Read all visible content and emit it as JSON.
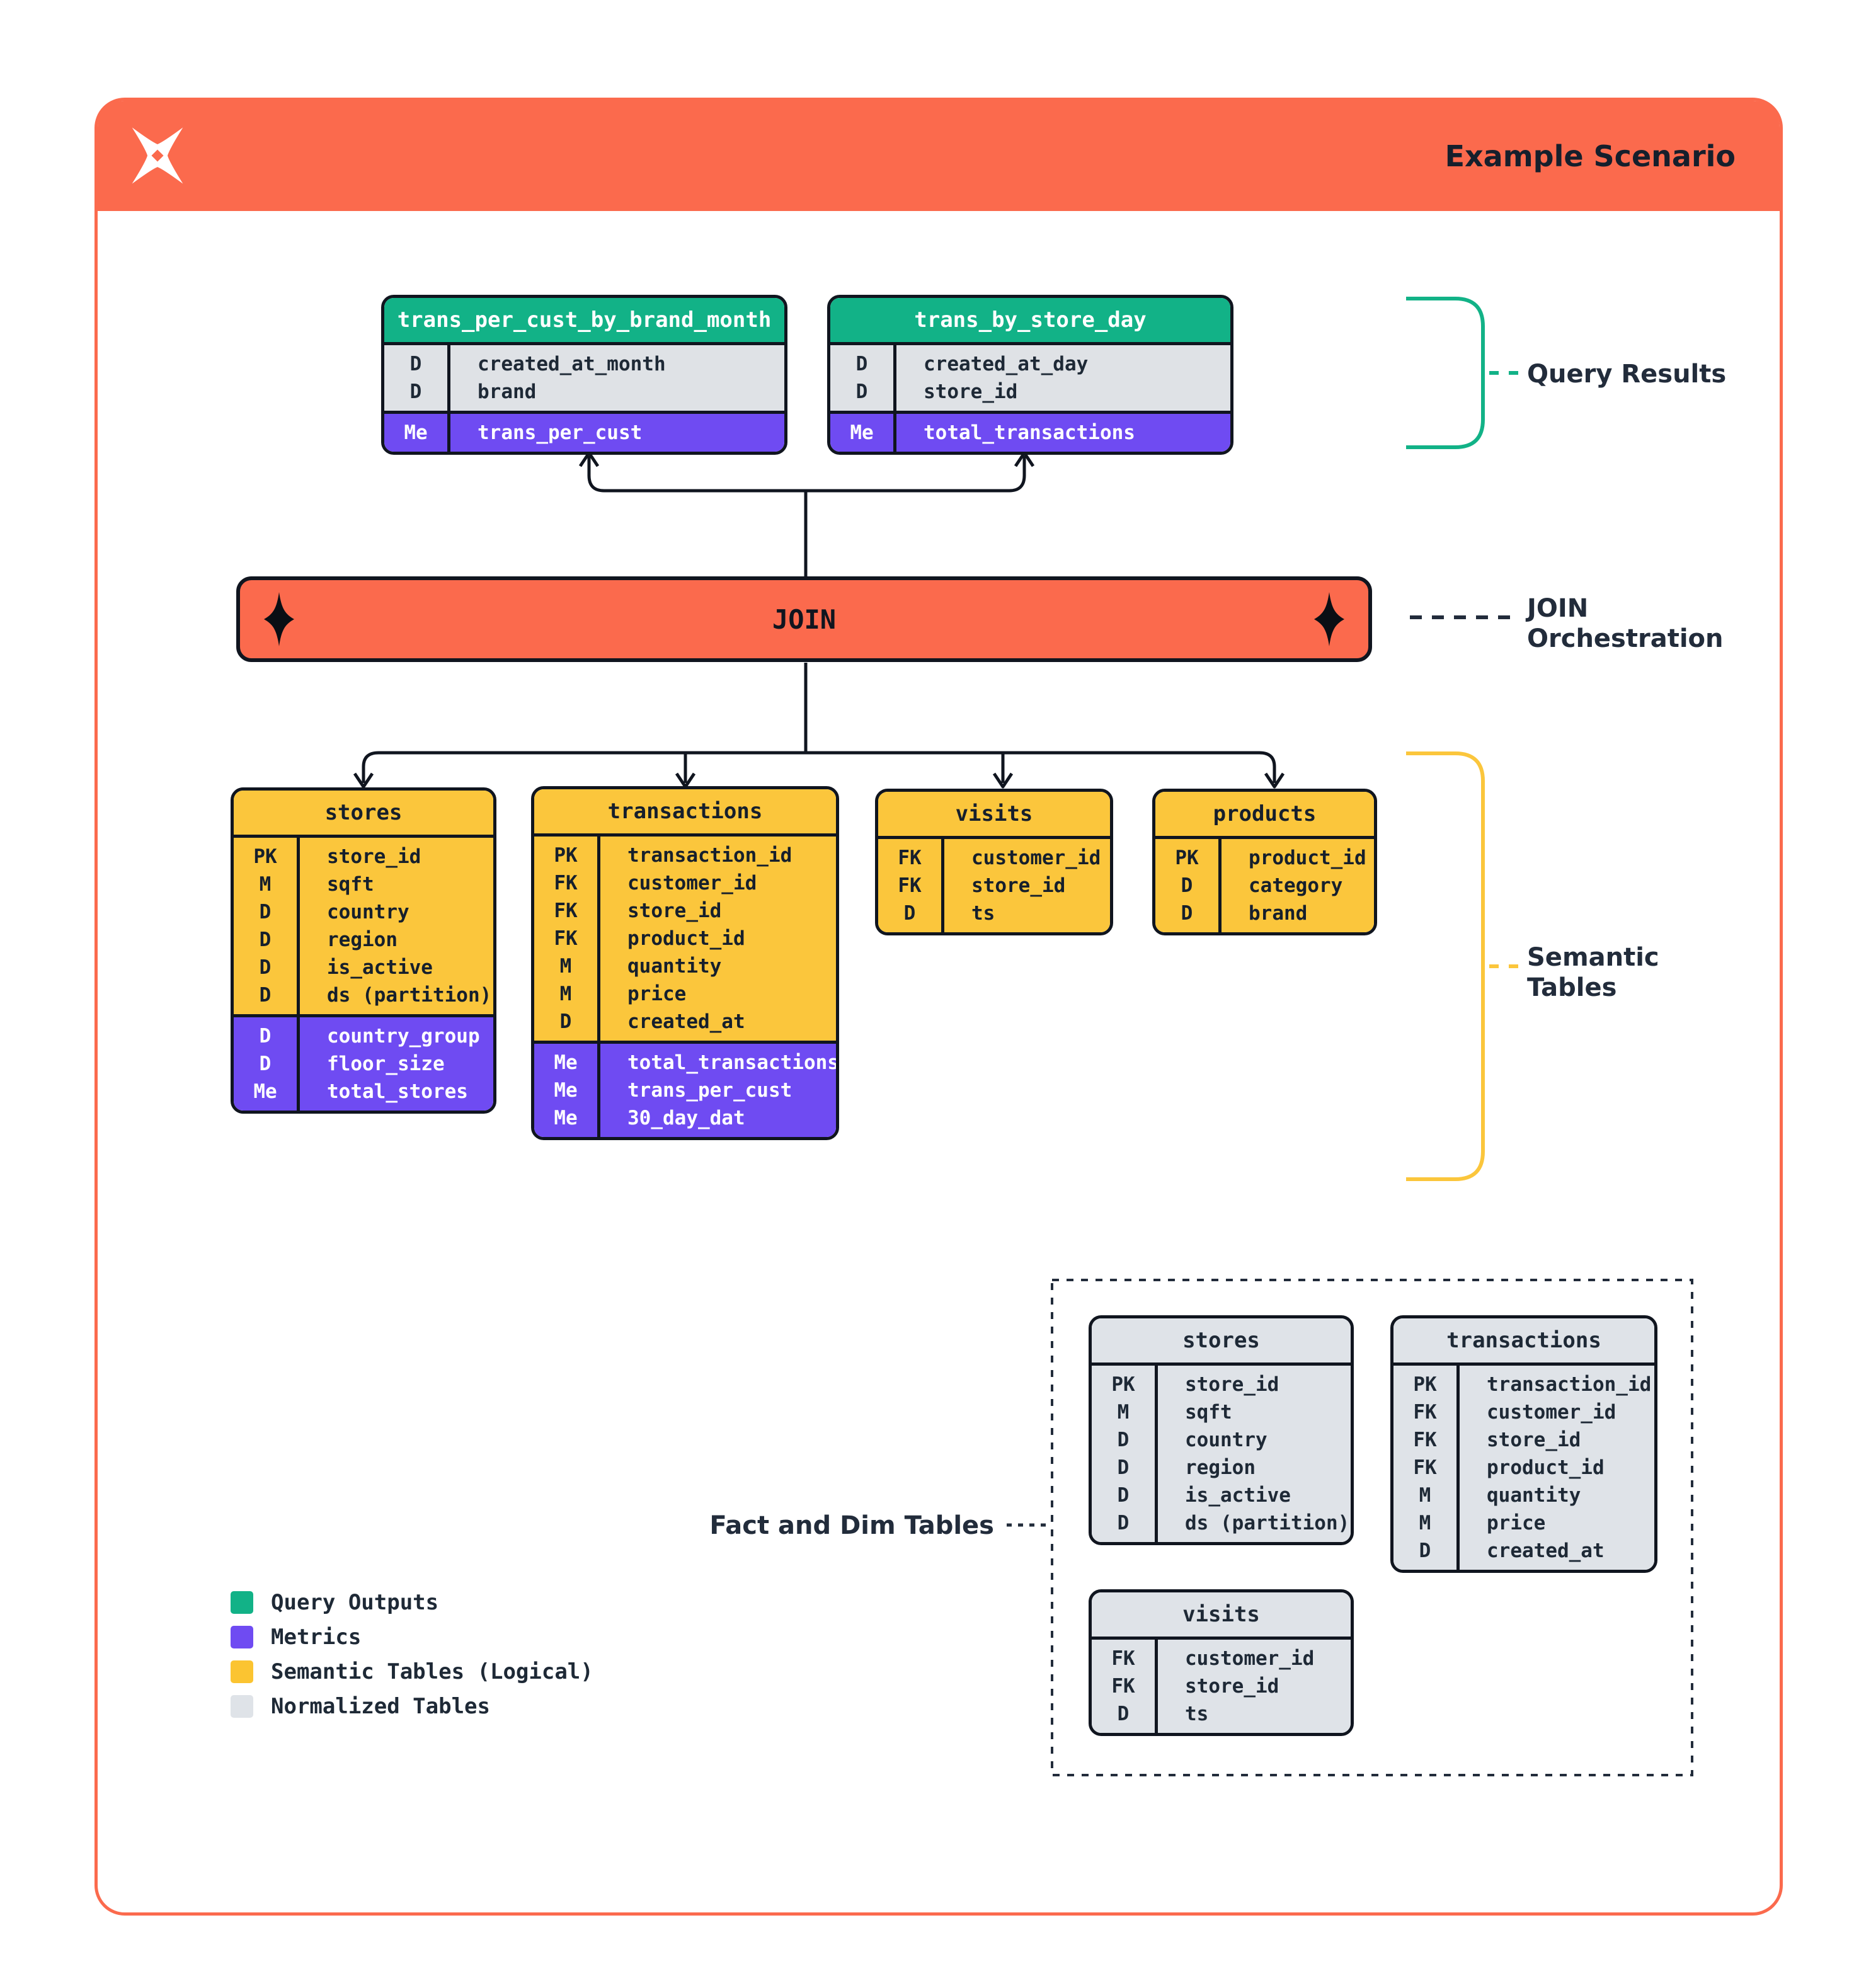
{
  "header": {
    "title": "Example Scenario"
  },
  "join_bar": {
    "label": "JOIN"
  },
  "side_labels": {
    "query_results": "Query Results",
    "join_orchestration_lines": [
      "JOIN",
      "Orchestration"
    ],
    "semantic_tables_lines": [
      "Semantic",
      "Tables"
    ],
    "fact_dim": "Fact and Dim Tables"
  },
  "query_tables": [
    {
      "title": "trans_per_cust_by_brand_month",
      "sections": [
        {
          "type": "dims",
          "rows": [
            {
              "key": "D",
              "field": "created_at_month"
            },
            {
              "key": "D",
              "field": "brand"
            }
          ]
        },
        {
          "type": "metrics",
          "rows": [
            {
              "key": "Me",
              "field": "trans_per_cust"
            }
          ]
        }
      ]
    },
    {
      "title": "trans_by_store_day",
      "sections": [
        {
          "type": "dims",
          "rows": [
            {
              "key": "D",
              "field": "created_at_day"
            },
            {
              "key": "D",
              "field": "store_id"
            }
          ]
        },
        {
          "type": "metrics",
          "rows": [
            {
              "key": "Me",
              "field": "total_transactions"
            }
          ]
        }
      ]
    }
  ],
  "semantic_tables": [
    {
      "title": "stores",
      "sections": [
        {
          "type": "fields",
          "rows": [
            {
              "key": "PK",
              "field": "store_id"
            },
            {
              "key": "M",
              "field": "sqft"
            },
            {
              "key": "D",
              "field": "country"
            },
            {
              "key": "D",
              "field": "region"
            },
            {
              "key": "D",
              "field": "is_active"
            },
            {
              "key": "D",
              "field": "ds (partition)"
            }
          ]
        },
        {
          "type": "metrics",
          "rows": [
            {
              "key": "D",
              "field": "country_group"
            },
            {
              "key": "D",
              "field": "floor_size"
            },
            {
              "key": "Me",
              "field": "total_stores"
            }
          ]
        }
      ]
    },
    {
      "title": "transactions",
      "sections": [
        {
          "type": "fields",
          "rows": [
            {
              "key": "PK",
              "field": "transaction_id"
            },
            {
              "key": "FK",
              "field": "customer_id"
            },
            {
              "key": "FK",
              "field": "store_id"
            },
            {
              "key": "FK",
              "field": "product_id"
            },
            {
              "key": "M",
              "field": "quantity"
            },
            {
              "key": "M",
              "field": "price"
            },
            {
              "key": "D",
              "field": "created_at"
            }
          ]
        },
        {
          "type": "metrics",
          "rows": [
            {
              "key": "Me",
              "field": "total_transactions"
            },
            {
              "key": "Me",
              "field": "trans_per_cust"
            },
            {
              "key": "Me",
              "field": "30_day_dat"
            }
          ]
        }
      ]
    },
    {
      "title": "visits",
      "sections": [
        {
          "type": "fields",
          "rows": [
            {
              "key": "FK",
              "field": "customer_id"
            },
            {
              "key": "FK",
              "field": "store_id"
            },
            {
              "key": "D",
              "field": "ts"
            }
          ]
        }
      ]
    },
    {
      "title": "products",
      "sections": [
        {
          "type": "fields",
          "rows": [
            {
              "key": "PK",
              "field": "product_id"
            },
            {
              "key": "D",
              "field": "category"
            },
            {
              "key": "D",
              "field": "brand"
            }
          ]
        }
      ]
    }
  ],
  "normalized_tables": [
    {
      "title": "stores",
      "sections": [
        {
          "type": "fields",
          "rows": [
            {
              "key": "PK",
              "field": "store_id"
            },
            {
              "key": "M",
              "field": "sqft"
            },
            {
              "key": "D",
              "field": "country"
            },
            {
              "key": "D",
              "field": "region"
            },
            {
              "key": "D",
              "field": "is_active"
            },
            {
              "key": "D",
              "field": "ds (partition)"
            }
          ]
        }
      ]
    },
    {
      "title": "transactions",
      "sections": [
        {
          "type": "fields",
          "rows": [
            {
              "key": "PK",
              "field": "transaction_id"
            },
            {
              "key": "FK",
              "field": "customer_id"
            },
            {
              "key": "FK",
              "field": "store_id"
            },
            {
              "key": "FK",
              "field": "product_id"
            },
            {
              "key": "M",
              "field": "quantity"
            },
            {
              "key": "M",
              "field": "price"
            },
            {
              "key": "D",
              "field": "created_at"
            }
          ]
        }
      ]
    },
    {
      "title": "visits",
      "sections": [
        {
          "type": "fields",
          "rows": [
            {
              "key": "FK",
              "field": "customer_id"
            },
            {
              "key": "FK",
              "field": "store_id"
            },
            {
              "key": "D",
              "field": "ts"
            }
          ]
        }
      ]
    }
  ],
  "legend": [
    {
      "label": "Query Outputs",
      "color": "#12B287"
    },
    {
      "label": "Metrics",
      "color": "#6F4BF2"
    },
    {
      "label": "Semantic Tables (Logical)",
      "color": "#FBC431"
    },
    {
      "label": "Normalized Tables",
      "color": "#DFE3E8"
    }
  ],
  "colors": {
    "accent_orange": "#FB6A4D",
    "accent_green": "#12B287",
    "accent_purple": "#6F4BF2",
    "accent_yellow": "#FBC63C",
    "normalized_gray": "#DFE3E8",
    "ink": "#1E2936"
  },
  "icons": {
    "logo": "four-point-star-x",
    "join_ends": "four-point-diamond"
  }
}
